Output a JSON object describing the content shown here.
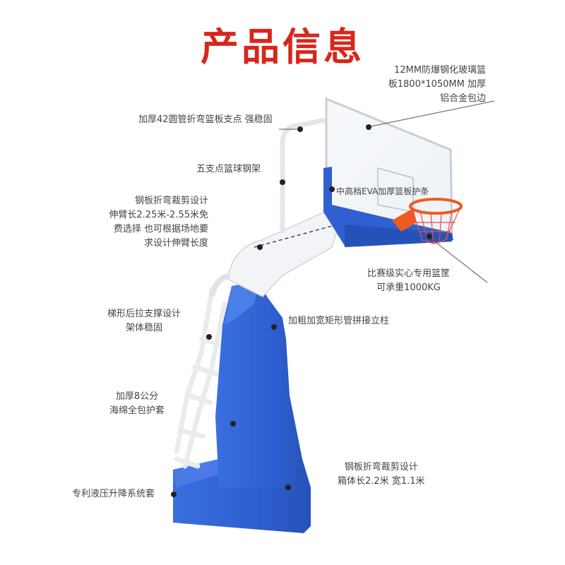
{
  "title": "产品信息",
  "callouts": {
    "glass_board": [
      "12MM防爆钢化玻璃篮",
      "板1800*1050MM 加厚",
      "铝合金包边"
    ],
    "tube_support": "加厚42圆管折弯篮板支点 强稳固",
    "five_point": "五支点篮球钢架",
    "eva_guard": "中高档EVA加厚篮板护条",
    "arm": [
      "钢板折弯裁剪设计",
      "伸臂长2.25米-2.55米免",
      "费选择 也可根据场地要",
      "求设计伸臂长度"
    ],
    "hoop": [
      "比赛级实心专用篮筐",
      "可承重1000KG"
    ],
    "ladder": [
      "梯形后拉支撑设计",
      "架体稳固"
    ],
    "column": "加粗加宽矩形管拼接立柱",
    "sponge": [
      "加厚8公分",
      "海绵全包护套"
    ],
    "box": [
      "钢板折弯裁剪设计",
      "箱体长2.2米 宽1.1米"
    ],
    "hydraulic": "专利液压升降系统套"
  },
  "colors": {
    "title": "#d8261c",
    "pad_blue": "#2f5fd0",
    "rim_orange": "#f05a1e",
    "frame_white": "#f2f4f7"
  }
}
